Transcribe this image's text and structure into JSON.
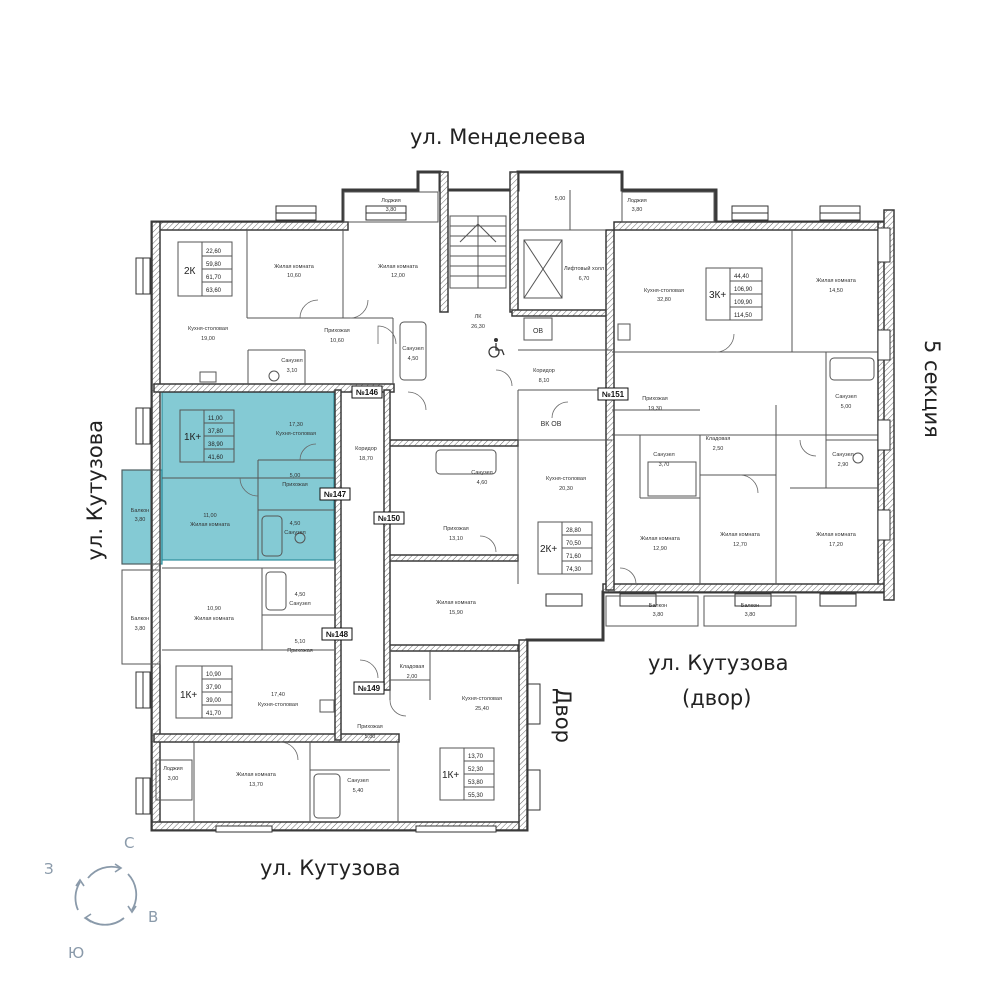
{
  "streets": {
    "top": "ул. Менделеева",
    "left": "ул. Кутузова",
    "bottom": "ул. Кутузова",
    "yard_line1": "ул. Кутузова",
    "yard_line2": "(двор)",
    "yard_vertical": "Двор",
    "section": "5 секция"
  },
  "compass": {
    "north": "С",
    "east": "В",
    "south": "Ю",
    "west": "З"
  },
  "markers": {
    "m146": "№146",
    "m147": "№147",
    "m148": "№148",
    "m149": "№149",
    "m150": "№150",
    "m151": "№151",
    "ov1": "ОВ",
    "vkov": "ВК ОВ"
  },
  "apartments": {
    "a2k_left": {
      "code": "2К",
      "areas": [
        "22,60",
        "59,80",
        "61,70",
        "63,60"
      ]
    },
    "a1k_selected": {
      "code": "1К+",
      "areas": [
        "11,00",
        "37,80",
        "38,90",
        "41,60"
      ]
    },
    "a1k_lower": {
      "code": "1К+",
      "areas": [
        "10,90",
        "37,90",
        "39,00",
        "41,70"
      ]
    },
    "a3k": {
      "code": "3К+",
      "areas": [
        "44,40",
        "106,90",
        "109,90",
        "114,50"
      ]
    },
    "a2k_mid": {
      "code": "2К+",
      "areas": [
        "28,80",
        "70,50",
        "71,60",
        "74,30"
      ]
    },
    "a1k_bottom": {
      "code": "1К+",
      "areas": [
        "13,70",
        "52,30",
        "53,80",
        "55,30"
      ]
    }
  },
  "rooms": {
    "r01": {
      "name": "Лоджия",
      "area": "3,80"
    },
    "r02": {
      "name": "",
      "area": "5,00"
    },
    "r03": {
      "name": "Лоджия",
      "area": "3,80"
    },
    "r04": {
      "name": "Жилая комната",
      "area": "10,60"
    },
    "r05": {
      "name": "Жилая комната",
      "area": "12,00"
    },
    "r06": {
      "name": "Кухня-столовая",
      "area": "19,00"
    },
    "r07": {
      "name": "Прихожая",
      "area": "10,60"
    },
    "r08": {
      "name": "Санузел",
      "area": "3,10"
    },
    "r09": {
      "name": "Санузел",
      "area": "4,50"
    },
    "r10": {
      "name": "ЛК",
      "area": "26,30"
    },
    "r11": {
      "name": "Лифтовый холл",
      "area": "6,70"
    },
    "r12": {
      "name": "Кухня-столовая",
      "area": "32,80"
    },
    "r13": {
      "name": "Жилая комната",
      "area": "14,50"
    },
    "r14": {
      "name": "Кухня-столовая",
      "area": "17,30"
    },
    "r15": {
      "name": "Прихожая",
      "area": "5,00"
    },
    "r16": {
      "name": "Санузел",
      "area": "4,50"
    },
    "r17": {
      "name": "Жилая комната",
      "area": "11,00"
    },
    "r18": {
      "name": "Балкон",
      "area": "3,80"
    },
    "r19": {
      "name": "Коридор",
      "area": "18,70"
    },
    "r20": {
      "name": "Коридор",
      "area": "8,10"
    },
    "r21": {
      "name": "Прихожая",
      "area": "19,30"
    },
    "r22": {
      "name": "Санузел",
      "area": "5,00"
    },
    "r23": {
      "name": "Санузел",
      "area": "2,90"
    },
    "r24": {
      "name": "Кладовая",
      "area": "2,50"
    },
    "r25": {
      "name": "Санузел",
      "area": "3,70"
    },
    "r26": {
      "name": "Санузел",
      "area": "4,60"
    },
    "r27": {
      "name": "Кухня-столовая",
      "area": "20,30"
    },
    "r28": {
      "name": "Прихожая",
      "area": "13,10"
    },
    "r29": {
      "name": "Жилая комната",
      "area": "12,90"
    },
    "r30": {
      "name": "Жилая комната",
      "area": "12,70"
    },
    "r31": {
      "name": "Жилая комната",
      "area": "17,20"
    },
    "r32": {
      "name": "Балкон",
      "area": "3,80"
    },
    "r33": {
      "name": "Балкон",
      "area": "3,80"
    },
    "r34": {
      "name": "Жилая комната",
      "area": "10,90"
    },
    "r35": {
      "name": "Санузел",
      "area": "4,50"
    },
    "r36": {
      "name": "Прихожая",
      "area": "5,10"
    },
    "r37": {
      "name": "Балкон",
      "area": "3,80"
    },
    "r38": {
      "name": "Жилая комната",
      "area": "15,90"
    },
    "r39": {
      "name": "Кладовая",
      "area": "2,00"
    },
    "r40": {
      "name": "Кухня-столовая",
      "area": "17,40"
    },
    "r41": {
      "name": "Кухня-столовая",
      "area": "25,40"
    },
    "r42": {
      "name": "Прихожая",
      "area": "5,80"
    },
    "r43": {
      "name": "Лоджия",
      "area": "3,00"
    },
    "r44": {
      "name": "Жилая комната",
      "area": "13,70"
    },
    "r45": {
      "name": "Санузел",
      "area": "5,40"
    }
  }
}
